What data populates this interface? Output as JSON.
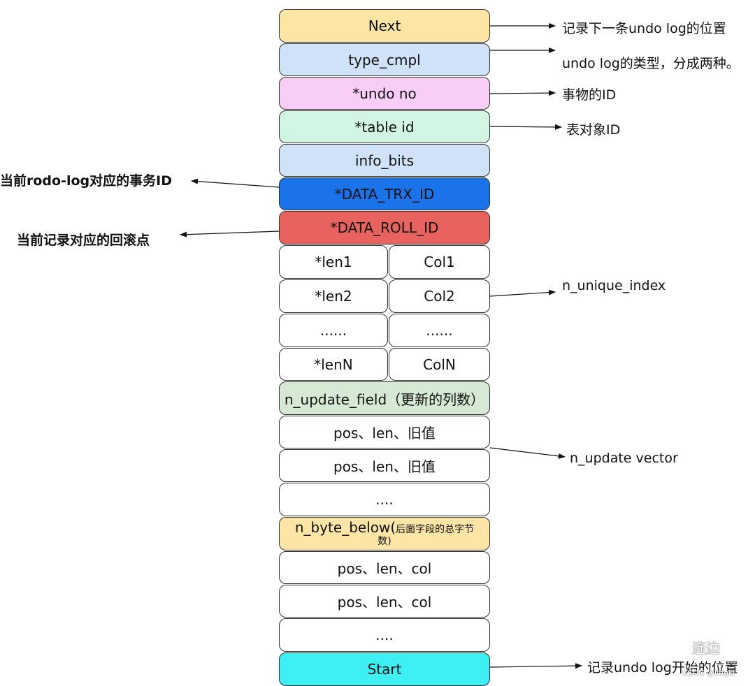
{
  "colors": {
    "next": "#fce5a5",
    "type_cmpl": "#cfe2f7",
    "undo_no": "#f8cdf6",
    "table_id": "#d2f6e3",
    "info_bits": "#cfe2f7",
    "data_trx_id": "#1a73e8",
    "data_roll_id": "#e8625e",
    "n_update_field": "#d6e9d4",
    "n_byte_below": "#fce5a5",
    "start": "#3ef0f4",
    "white": "#ffffff"
  },
  "boxes": {
    "next": "Next",
    "type_cmpl": "type_cmpl",
    "undo_no": "*undo no",
    "table_id": "*table id",
    "info_bits": "info_bits",
    "data_trx_id": "*DATA_TRX_ID",
    "data_roll_id": "*DATA_ROLL_ID",
    "rows": [
      {
        "len": "*len1",
        "col": "Col1"
      },
      {
        "len": "*len2",
        "col": "Col2"
      },
      {
        "len": "......",
        "col": "......"
      },
      {
        "len": "*lenN",
        "col": "ColN"
      }
    ],
    "n_update_field": "n_update_field（更新的列数）",
    "update_1": "pos、len、旧值",
    "update_2": "pos、len、旧值",
    "update_dots": "....",
    "n_byte_below_main": "n_byte_below(",
    "n_byte_below_small": "后面字段的总字节",
    "n_byte_below_line2": "数)",
    "col_1": "pos、len、col",
    "col_2": "pos、len、col",
    "col_dots": "....",
    "start": "Start"
  },
  "notes": {
    "next": "记录下一条undo log的位置",
    "type_cmpl": "undo log的类型，分成两种。",
    "undo_no": "事物的ID",
    "table_id": "表对象ID",
    "trx_id": "当前rodo-log对应的事务ID",
    "roll_id": "当前记录对应的回滚点",
    "unique_index": "n_unique_index",
    "update_vector": "n_update vector",
    "start": "记录undo log开始的位置"
  },
  "watermark": {
    "name": "连边",
    "csdn": "CSDN @lingkl"
  }
}
